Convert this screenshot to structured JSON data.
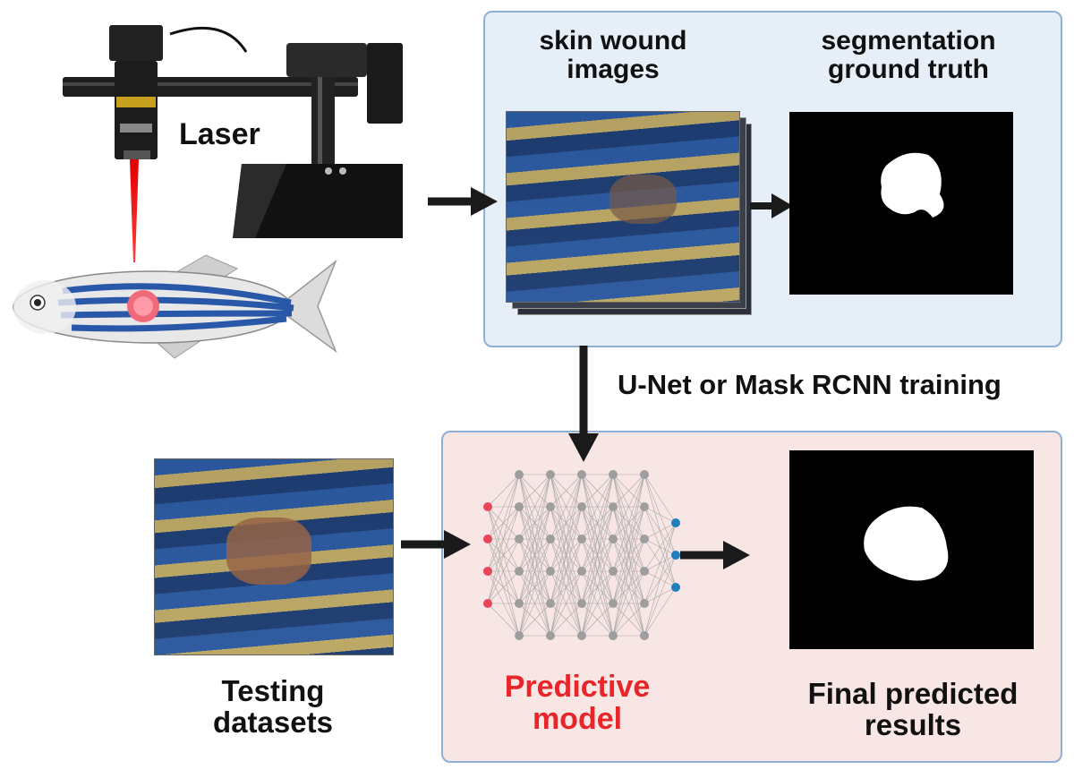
{
  "labels": {
    "laser": "Laser",
    "skin_wound_images": [
      "skin wound",
      "images"
    ],
    "segmentation_ground_truth": [
      "segmentation",
      "ground truth"
    ],
    "training": "U-Net or Mask RCNN training",
    "testing_datasets": [
      "Testing",
      "datasets"
    ],
    "predictive_model": [
      "Predictive",
      "model"
    ],
    "final_results": [
      "Final predicted",
      "results"
    ]
  },
  "colors": {
    "predictive_model_text": "#e8262a",
    "top_panel_bg": "#e6eef8",
    "bottom_panel_bg": "#f8e6e4",
    "panel_border": "#8fb0d4",
    "input_node": "#e8455a",
    "hidden_node": "#9e9e9e",
    "output_node": "#1f7fc0",
    "arrow": "#1a1a1a"
  },
  "network": {
    "input_nodes": 4,
    "hidden_layers": 5,
    "hidden_nodes_per_layer": 6,
    "output_nodes": 3
  }
}
